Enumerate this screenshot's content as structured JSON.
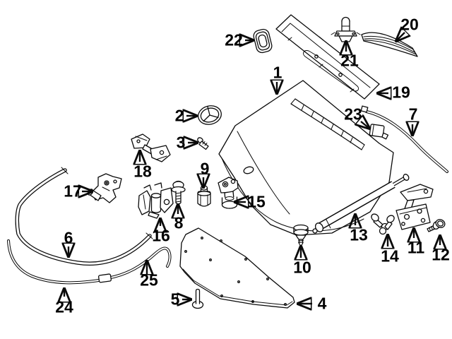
{
  "figure": {
    "kind": "exploded-parts-diagram",
    "subject": "vehicle hood and components",
    "background_color": "#ffffff",
    "line_color": "#0a0a0a"
  },
  "callouts": [
    {
      "number": "1",
      "part": "hood-panel"
    },
    {
      "number": "2",
      "part": "hood-star-emblem"
    },
    {
      "number": "3",
      "part": "emblem-clip"
    },
    {
      "number": "4",
      "part": "hood-insulation-pad"
    },
    {
      "number": "5",
      "part": "insulation-retainer-pin"
    },
    {
      "number": "6",
      "part": "front-weatherstrip"
    },
    {
      "number": "7",
      "part": "side-seal-strip"
    },
    {
      "number": "8",
      "part": "bumper-adjust-bolt"
    },
    {
      "number": "9",
      "part": "hood-bumper"
    },
    {
      "number": "10",
      "part": "retainer-clip"
    },
    {
      "number": "11",
      "part": "hood-hinge"
    },
    {
      "number": "12",
      "part": "hinge-bolt"
    },
    {
      "number": "13",
      "part": "gas-lift-strut"
    },
    {
      "number": "14",
      "part": "strut-ball-studs"
    },
    {
      "number": "15",
      "part": "hood-latch-striker"
    },
    {
      "number": "16",
      "part": "hood-latch"
    },
    {
      "number": "17",
      "part": "release-lever"
    },
    {
      "number": "18",
      "part": "hinge-bracket"
    },
    {
      "number": "19",
      "part": "cowl-vent-panel"
    },
    {
      "number": "20",
      "part": "cowl-grille"
    },
    {
      "number": "21",
      "part": "washer-nozzle"
    },
    {
      "number": "22",
      "part": "hood-buffer"
    },
    {
      "number": "23",
      "part": "seal-clip"
    },
    {
      "number": "24",
      "part": "lower-front-seal"
    },
    {
      "number": "25",
      "part": "front-seal-section"
    }
  ]
}
